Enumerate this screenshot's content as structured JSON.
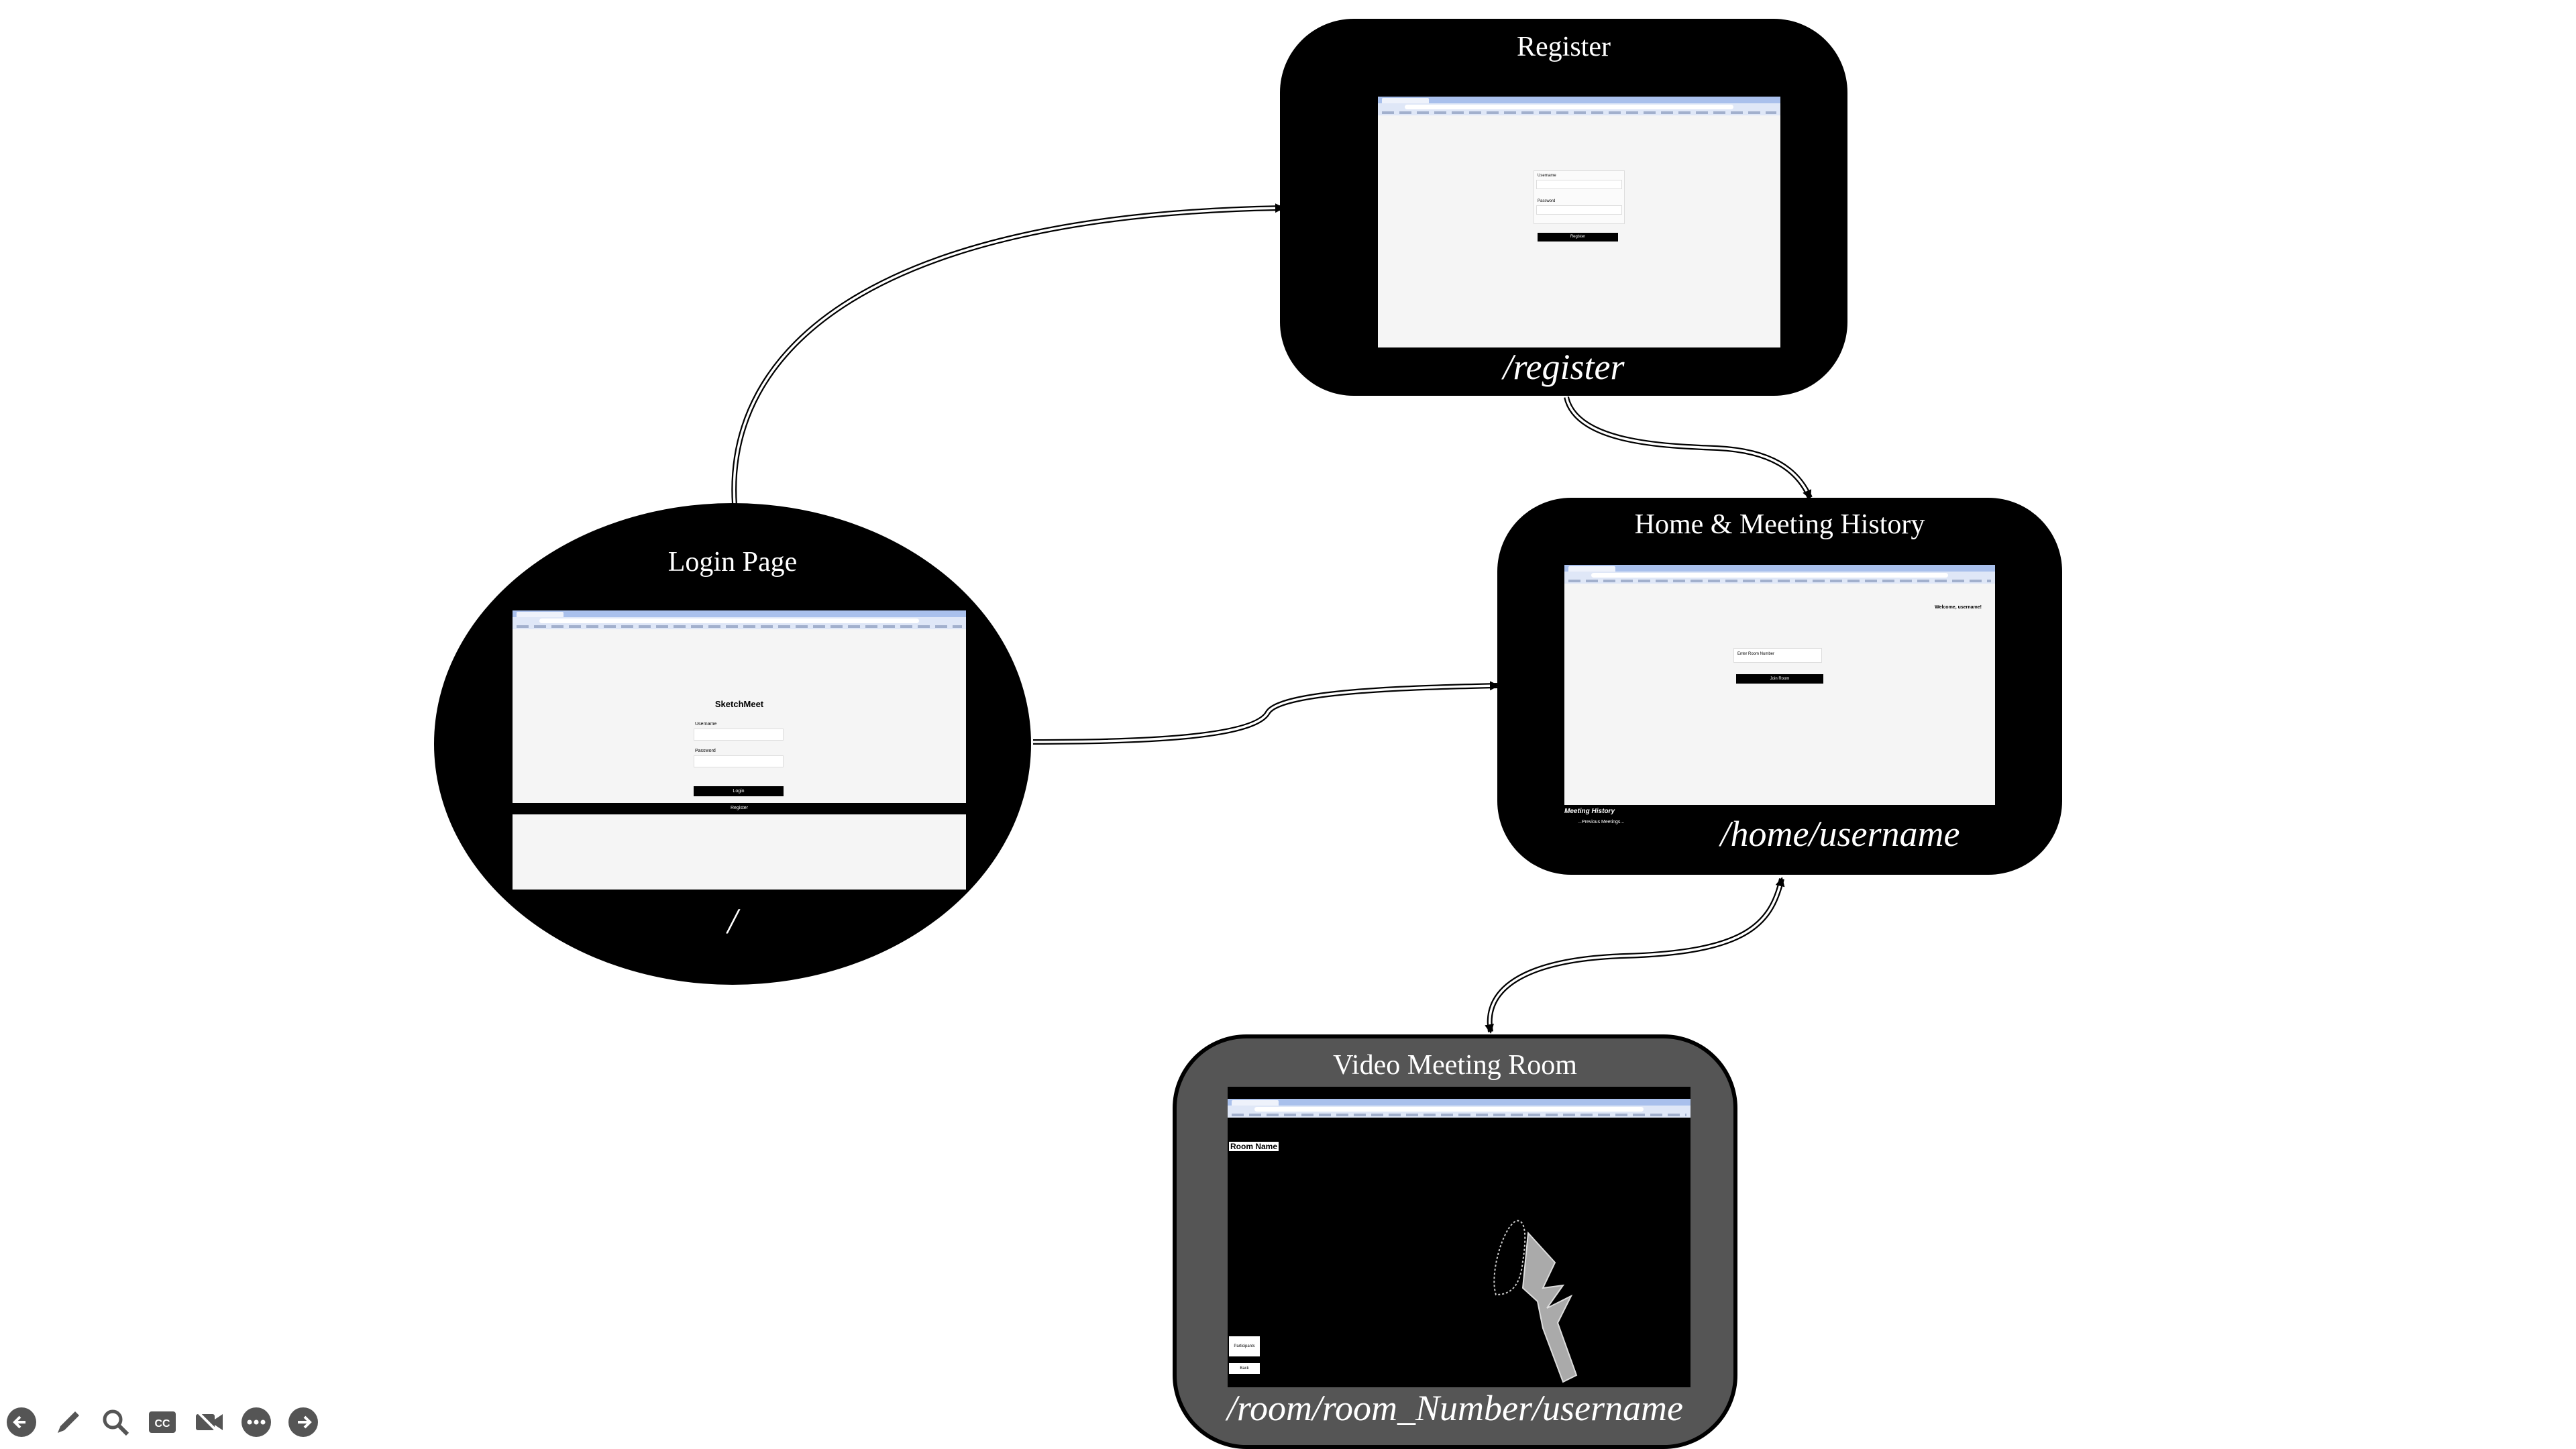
{
  "nodes": {
    "login": {
      "title": "Login Page",
      "route": "/",
      "app_title": "SketchMeet",
      "username_label": "Username",
      "password_label": "Password",
      "login_button": "Login",
      "register_button": "Register"
    },
    "register": {
      "title": "Register",
      "route": "/register",
      "username_label": "Username",
      "password_label": "Password",
      "register_button": "Register"
    },
    "home": {
      "title": "Home & Meeting History",
      "route": "/home/username",
      "welcome": "Welcome, username!",
      "room_placeholder": "Enter Room Number",
      "join_button": "Join Room",
      "history_title": "Meeting History",
      "history_item": "...Previous Meetings..."
    },
    "room": {
      "title": "Video Meeting Room",
      "route": "/room/room_Number/username",
      "room_name": "Room Name",
      "participants": "Participants",
      "back": "Back"
    }
  },
  "edges": [
    {
      "from": "login",
      "to": "register",
      "direction": "forward"
    },
    {
      "from": "login",
      "to": "home",
      "direction": "forward"
    },
    {
      "from": "register",
      "to": "home",
      "direction": "forward"
    },
    {
      "from": "home",
      "to": "room",
      "direction": "both"
    }
  ],
  "colors": {
    "node_fill": "#000000",
    "room_fill": "#555555",
    "node_text": "#ffffff",
    "edge": "#000000",
    "browser_chrome": "#dfe7f7",
    "page_bg": "#f5f5f5"
  },
  "toolbar": {
    "icons": [
      "back-arrow-icon",
      "pencil-icon",
      "search-icon",
      "captions-icon",
      "video-off-icon",
      "more-icon",
      "forward-arrow-icon"
    ]
  }
}
